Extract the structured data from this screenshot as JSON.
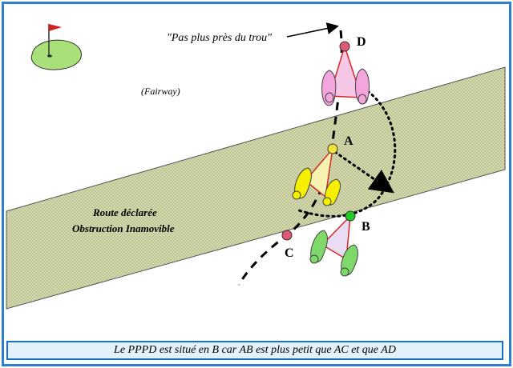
{
  "diagram": {
    "quote_label": "\"Pas plus près du trou\"",
    "fairway_label": "(Fairway)",
    "road_label_line1": "Route déclarée",
    "road_label_line2": "Obstruction Inamovible",
    "point_a": "A",
    "point_b": "B",
    "point_c": "C",
    "point_d": "D",
    "colors": {
      "frame": "#2f7fd0",
      "road": "#c9cfa0",
      "green": "#a9e07a",
      "flag": "#d42020",
      "pink_point": "#e05878",
      "yellow_point": "#f2e63a",
      "green_point": "#22cc22",
      "pink_feet": "#f4a6dc",
      "yellow_feet": "#f5f000",
      "green_feet": "#7fd86a",
      "triangle_line": "#d62828"
    },
    "icons": [
      "flag-icon",
      "putting-green-icon",
      "footprints-icon"
    ]
  },
  "caption": {
    "text": "Le PPPD est situé en B car AB est plus petit que AC et que AD"
  }
}
